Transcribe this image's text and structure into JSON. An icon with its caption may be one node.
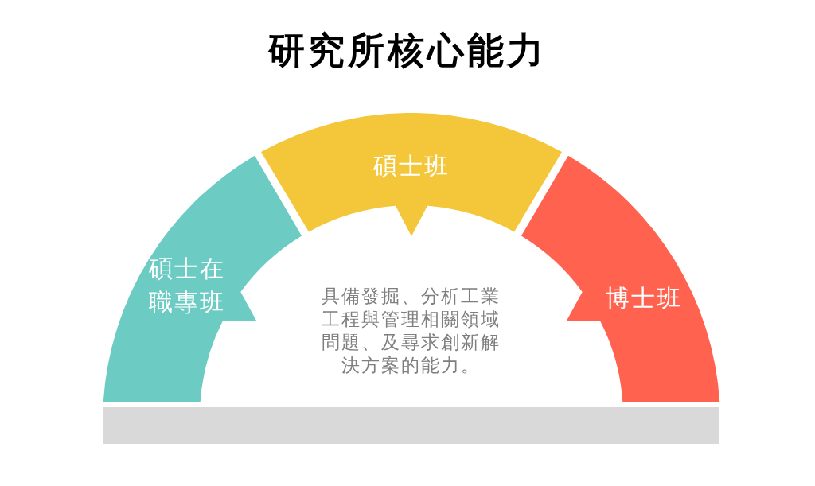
{
  "diagram": {
    "title": "研究所核心能力",
    "nodes": [
      {
        "text": [
          "碩士在職專班"
        ]
      },
      {
        "text": [
          "碩士班"
        ]
      },
      {
        "text": [
          "博士班"
        ]
      },
      {
        "text": [],
        "shape": "bar"
      }
    ],
    "labels": [
      "具備發掘、分析工業工程與管理相關領域問題、及尋求創新解決方案的能力。"
    ]
  }
}
